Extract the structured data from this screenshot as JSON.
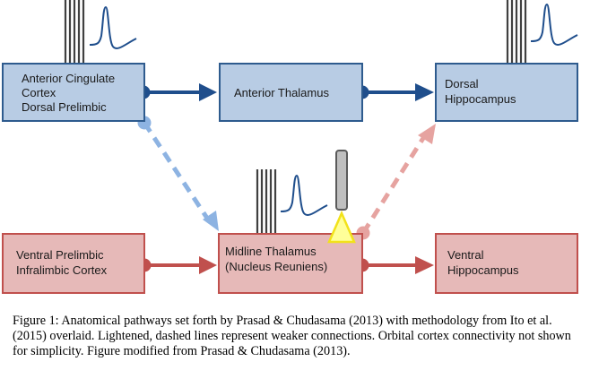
{
  "nodes": {
    "anterior_cingulate": {
      "lines": [
        "Anterior Cingulate",
        "Cortex",
        "Dorsal Prelimbic"
      ],
      "fill": "#b8cce4",
      "stroke": "#2e5b8e"
    },
    "anterior_thalamus": {
      "lines": [
        "Anterior Thalamus"
      ],
      "fill": "#b8cce4",
      "stroke": "#2e5b8e"
    },
    "dorsal_hippocampus": {
      "lines": [
        "Dorsal",
        "Hippocampus"
      ],
      "fill": "#b8cce4",
      "stroke": "#2e5b8e"
    },
    "ventral_prelimbic": {
      "lines": [
        "Ventral Prelimbic",
        "Infralimbic Cortex"
      ],
      "fill": "#e6b9b8",
      "stroke": "#c0504d"
    },
    "midline_thalamus": {
      "lines": [
        "Midline Thalamus",
        "(Nucleus Reuniens)"
      ],
      "fill": "#e6b9b8",
      "stroke": "#c0504d"
    },
    "ventral_hippocampus": {
      "lines": [
        "Ventral",
        "Hippocampus"
      ],
      "fill": "#e6b9b8",
      "stroke": "#c0504d"
    }
  },
  "colors": {
    "strong_blue": "#1f4e8c",
    "weak_blue": "#8db3e2",
    "strong_red": "#c0504d",
    "weak_red": "#e6a3a0",
    "electrode": "#404040",
    "spike": "#1f4e8c",
    "probe_fill": "#bfbfbf",
    "probe_stroke": "#5a5a5a",
    "target_fill": "#ffff99",
    "target_stroke": "#f2e21a"
  },
  "caption": "Figure 1: Anatomical pathways set forth by Prasad & Chudasama (2013) with methodology from Ito et al. (2015) overlaid. Lightened, dashed lines represent weaker connections. Orbital cortex connectivity not shown for simplicity. Figure modified from Prasad & Chudasama (2013)."
}
